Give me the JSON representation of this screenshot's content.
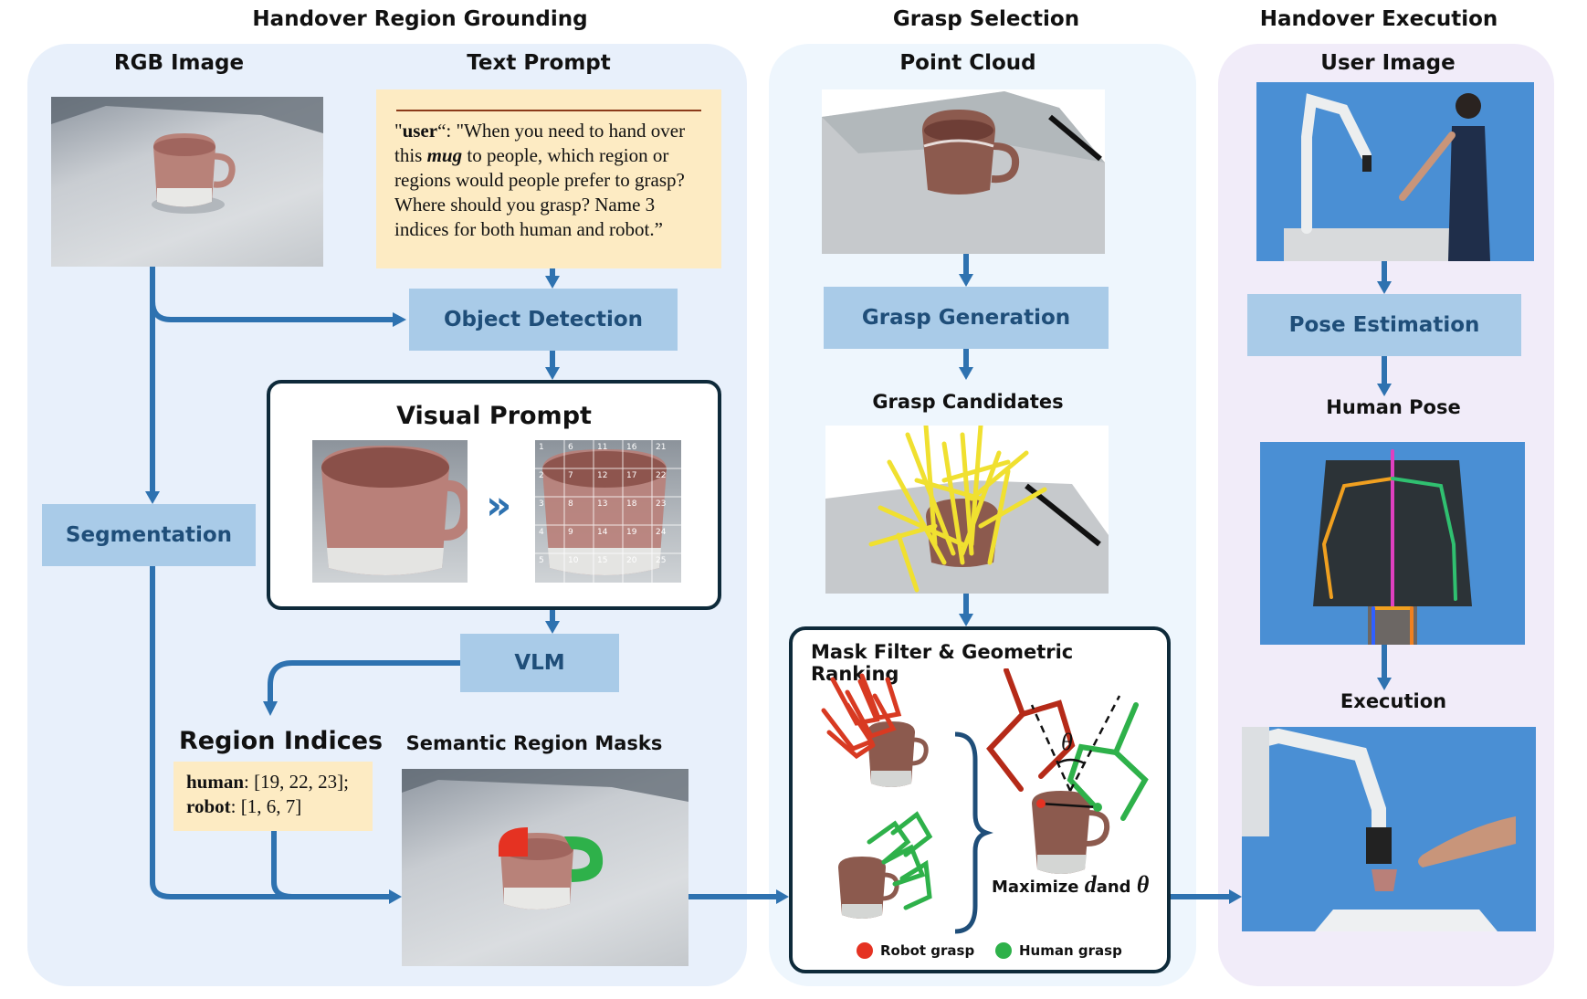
{
  "sections": {
    "grounding": "Handover Region Grounding",
    "grasp_selection": "Grasp Selection",
    "execution": "Handover Execution"
  },
  "grounding": {
    "rgb_image_title": "RGB Image",
    "text_prompt_title": "Text Prompt",
    "prompt_speaker": "user",
    "prompt_quote_open": "\"",
    "prompt_after_speaker": "“: \"When you need to hand over this ",
    "prompt_object": "mug",
    "prompt_rest": " to people, which region or regions would people prefer to grasp? Where should you grasp? Name 3 indices for both human and robot.”",
    "object_detection": "Object Detection",
    "visual_prompt_title": "Visual Prompt",
    "grid_numbers": [
      "1",
      "6",
      "11",
      "16",
      "21",
      "2",
      "7",
      "12",
      "17",
      "22",
      "3",
      "8",
      "13",
      "18",
      "23",
      "4",
      "9",
      "14",
      "19",
      "24",
      "5",
      "10",
      "15",
      "20",
      "25"
    ],
    "segmentation": "Segmentation",
    "vlm": "VLM",
    "region_indices_title": "Region Indices",
    "human_label": "human",
    "human_value": ": [19, 22, 23];",
    "robot_label": "robot",
    "robot_value": ": [1, 6, 7]",
    "semantic_masks_title": "Semantic Region Masks"
  },
  "grasp": {
    "point_cloud_title": "Point Cloud",
    "grasp_generation": "Grasp Generation",
    "grasp_candidates_title": "Grasp Candidates",
    "mask_filter_title": "Mask Filter & Geometric Ranking",
    "maximize_prefix": "Maximize ",
    "maximize_d": "d",
    "maximize_and": "and ",
    "maximize_theta": "θ",
    "theta_label": "θ",
    "d_label": "d",
    "legend_robot": "Robot grasp",
    "legend_human": "Human grasp"
  },
  "execution": {
    "user_image_title": "User Image",
    "pose_estimation": "Pose Estimation",
    "human_pose_title": "Human Pose",
    "execution_title": "Execution"
  },
  "colors": {
    "arrow": "#2e72b0",
    "panel_blue": "#e8f0fb",
    "panel_lightblue": "#eef6fd",
    "panel_purple": "#f1ecf9",
    "box_fill": "#a9cbe8",
    "box_text": "#1f4e79",
    "robot_grasp": "#e53222",
    "human_grasp": "#2eb14a",
    "prompt_bg": "#fdebc3"
  }
}
